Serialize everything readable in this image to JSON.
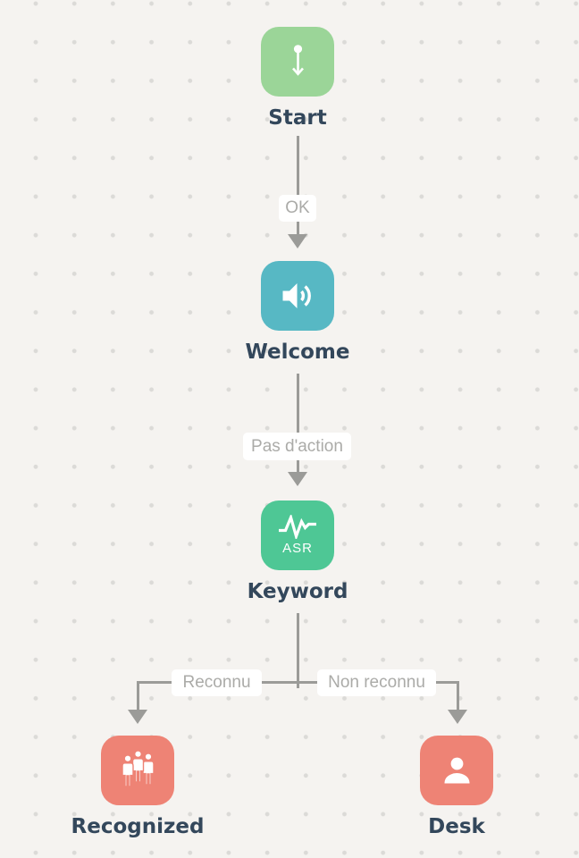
{
  "colors": {
    "background": "#F5F3F0",
    "grid_dot": "#DBDAD7",
    "edge_line": "#9B9B98",
    "edge_label_text": "#ABABA8",
    "edge_label_bg": "#FFFFFF",
    "node_label_text": "#33475B",
    "icon_glyph": "#FFFFFF"
  },
  "nodes": [
    {
      "id": "start",
      "label": "Start",
      "color": "#9BD598",
      "icon": "arrow-down-icon"
    },
    {
      "id": "welcome",
      "label": "Welcome",
      "color": "#57B8C4",
      "icon": "speaker-icon"
    },
    {
      "id": "keyword",
      "label": "Keyword",
      "color": "#4EC795",
      "icon": "waveform-icon",
      "icon_text": "ASR"
    },
    {
      "id": "recognized",
      "label": "Recognized",
      "color": "#EE8375",
      "icon": "people-icon"
    },
    {
      "id": "desk",
      "label": "Desk",
      "color": "#EE8375",
      "icon": "person-icon"
    }
  ],
  "edges": [
    {
      "from": "start",
      "to": "welcome",
      "label": "OK"
    },
    {
      "from": "welcome",
      "to": "keyword",
      "label": "Pas d'action"
    },
    {
      "from": "keyword",
      "to": "recognized",
      "label": "Reconnu"
    },
    {
      "from": "keyword",
      "to": "desk",
      "label": "Non reconnu"
    }
  ]
}
